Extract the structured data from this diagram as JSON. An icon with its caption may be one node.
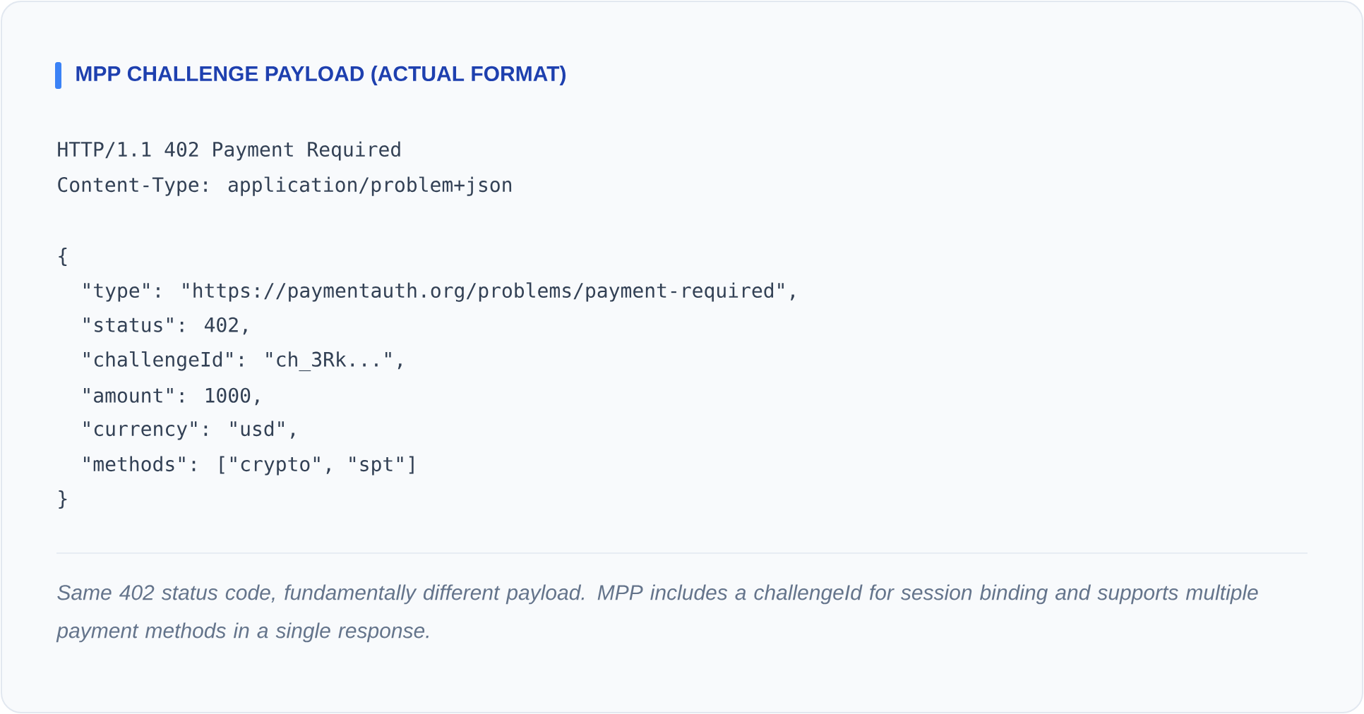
{
  "diagram": {
    "title": "MPP CHALLENGE PAYLOAD (ACTUAL FORMAT)",
    "labels": [
      "HTTP/1.1 402 Payment Required",
      "Content-Type: application/problem+json",
      "{",
      "\"type\": \"https://paymentauth.org/problems/payment-required\",",
      "\"status\": 402,",
      "\"challengeId\": \"ch_3Rk...\",",
      "\"amount\": 1000,",
      "\"currency\": \"usd\",",
      "\"methods\": [\"crypto\", \"spt\"]",
      "}"
    ],
    "caption": "Same 402 status code, fundamentally different payload. MPP includes a challengeId for session binding and supports multiple payment methods in a single response."
  }
}
